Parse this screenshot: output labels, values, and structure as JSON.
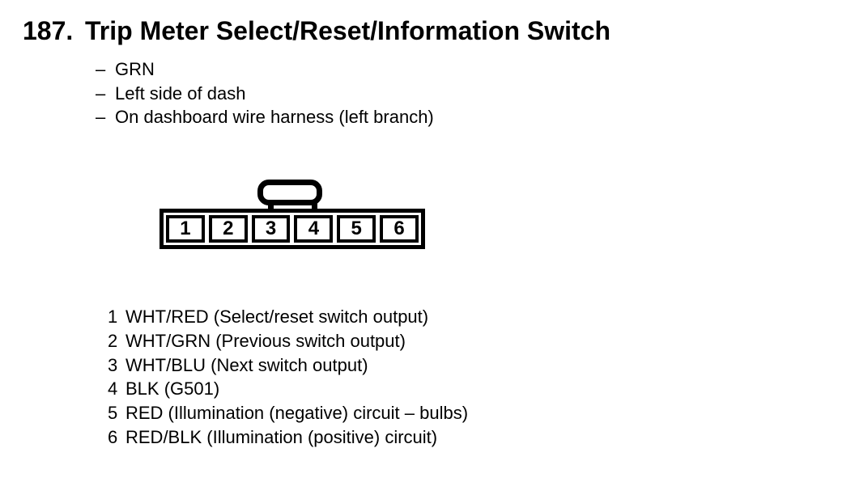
{
  "colors": {
    "background": "#ffffff",
    "text": "#000000",
    "connector_outline": "#000000"
  },
  "header": {
    "number": "187.",
    "title": "Trip Meter Select/Reset/Information Switch"
  },
  "details": {
    "bullet": "–",
    "items": [
      "GRN",
      "Left side of dash",
      "On dashboard wire harness (left branch)"
    ]
  },
  "connector": {
    "pins": [
      "1",
      "2",
      "3",
      "4",
      "5",
      "6"
    ]
  },
  "pinout": [
    {
      "pin": "1",
      "label": "WHT/RED (Select/reset switch output)"
    },
    {
      "pin": "2",
      "label": "WHT/GRN (Previous switch output)"
    },
    {
      "pin": "3",
      "label": "WHT/BLU (Next switch output)"
    },
    {
      "pin": "4",
      "label": "BLK (G501)"
    },
    {
      "pin": "5",
      "label": "RED (Illumination (negative) circuit – bulbs)"
    },
    {
      "pin": "6",
      "label": "RED/BLK (Illumination (positive) circuit)"
    }
  ]
}
